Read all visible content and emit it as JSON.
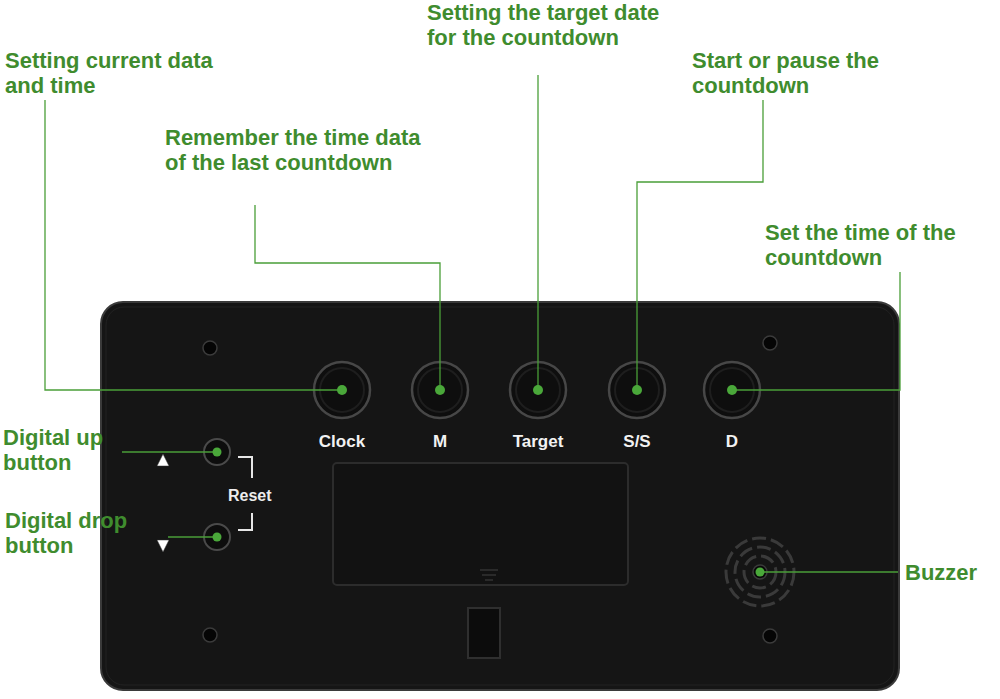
{
  "diagram": {
    "nodes": [
      {
        "text": [
          "Clock"
        ]
      },
      {
        "text": [
          "M"
        ]
      },
      {
        "text": [
          "Target"
        ]
      },
      {
        "text": [
          "S/S"
        ]
      },
      {
        "text": [
          "D"
        ]
      }
    ],
    "labels": [
      "Setting current data and time",
      "Remember the time data of the last countdown",
      "Setting the target date for the countdown",
      "Start or pause the countdown",
      "Set the time of the countdown",
      "Digital up button",
      "Reset",
      "Digital drop button",
      "Buzzer"
    ]
  }
}
